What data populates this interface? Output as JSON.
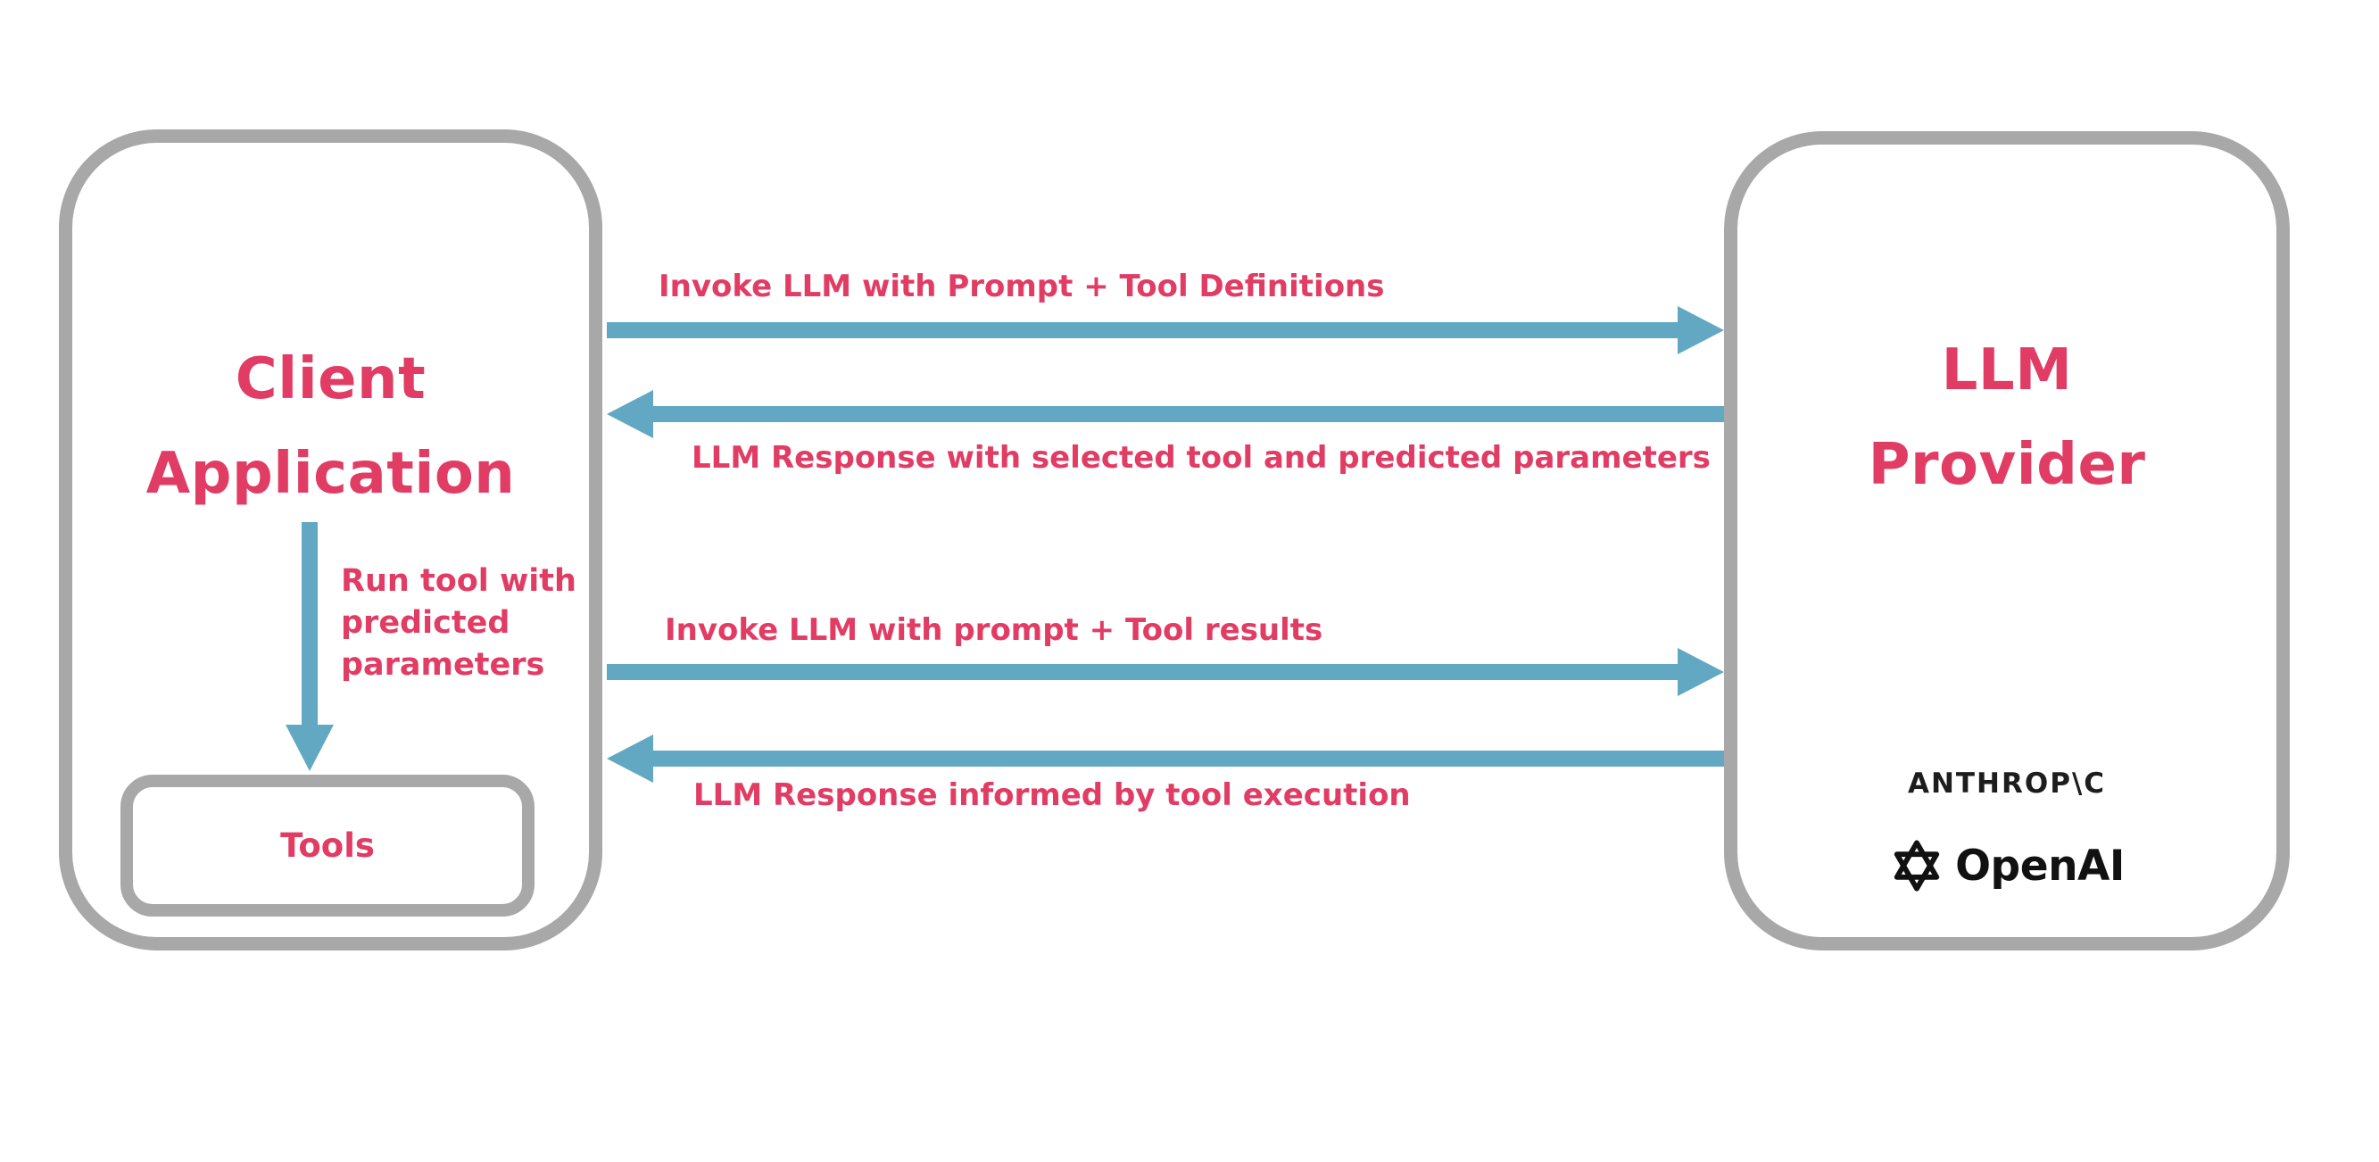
{
  "colors": {
    "accent_pink": "#e13c64",
    "arrow_blue": "#63a8c3",
    "box_border_gray": "#a8a8a8",
    "logo_black": "#1d1d1d"
  },
  "client_box": {
    "title_lines": [
      "Client",
      "Application"
    ],
    "run_tool_label": "Run tool with predicted parameters",
    "tools_label": "Tools"
  },
  "provider_box": {
    "title_lines": [
      "LLM",
      "Provider"
    ],
    "anthropic_wordmark": "ANTHROP\\C",
    "openai_wordmark": "OpenAI"
  },
  "messages": {
    "labels": [
      "Invoke LLM with Prompt + Tool Definitions",
      "LLM Response with selected tool and predicted parameters",
      "Invoke LLM with prompt + Tool results",
      "LLM Response informed by tool execution"
    ]
  }
}
